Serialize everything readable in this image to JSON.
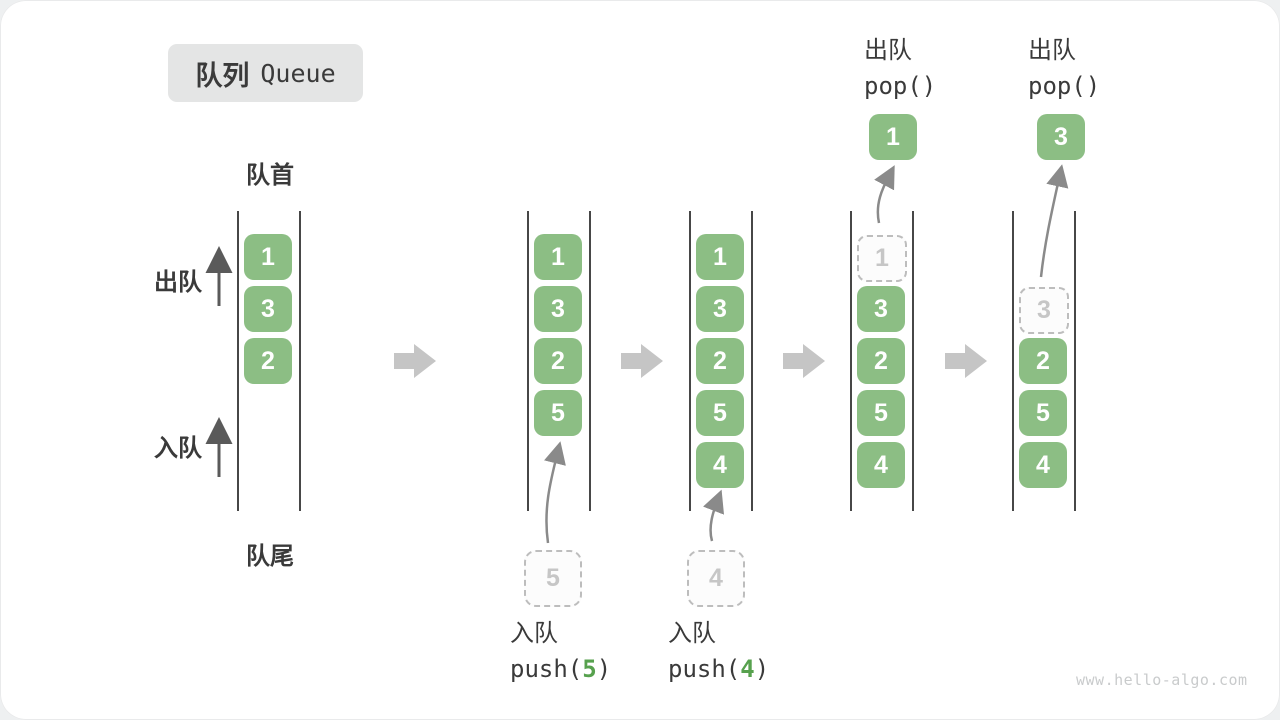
{
  "title": {
    "zh": "队列",
    "en": "Queue"
  },
  "side_labels": {
    "front": "队首",
    "rear": "队尾",
    "dequeue": "出队",
    "enqueue": "入队"
  },
  "watermark": "www.hello-algo.com",
  "colors": {
    "box_green": "#8cbe84",
    "code_green": "#57a14e",
    "block_arrow_gray": "#c5c5c5",
    "dashed_gray": "#bdbdbd",
    "text_dark": "#3a3a3a"
  },
  "stages": [
    {
      "boxes": [
        "1",
        "3",
        "2"
      ]
    },
    {
      "boxes": [
        "1",
        "3",
        "2",
        "5"
      ],
      "staged_value": "5",
      "op_label": "入队",
      "op_fn": "push(",
      "op_arg": "5",
      "op_close": ")"
    },
    {
      "boxes": [
        "1",
        "3",
        "2",
        "5",
        "4"
      ],
      "staged_value": "4",
      "op_label": "入队",
      "op_fn": "push(",
      "op_arg": "4",
      "op_close": ")"
    },
    {
      "removed_value": "1",
      "boxes": [
        "3",
        "2",
        "5",
        "4"
      ],
      "popped_value": "1",
      "op_label": "出队",
      "op_code": "pop()"
    },
    {
      "removed_value": "3",
      "boxes": [
        "2",
        "5",
        "4"
      ],
      "popped_value": "3",
      "op_label": "出队",
      "op_code": "pop()"
    }
  ]
}
